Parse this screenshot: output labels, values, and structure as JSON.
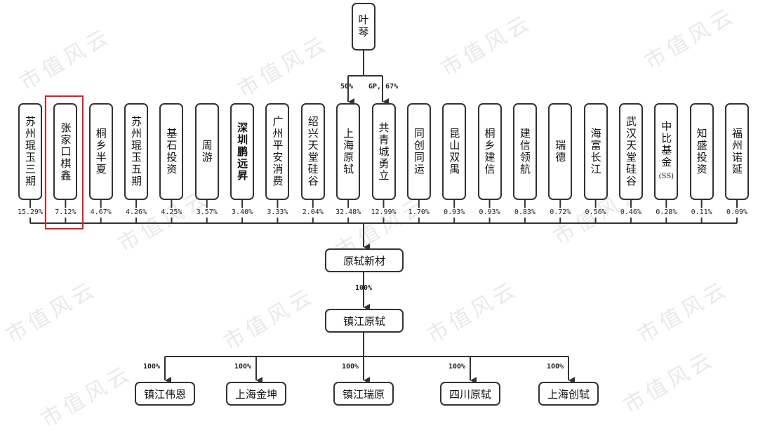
{
  "watermark": "市值风云",
  "top_node": {
    "name": "叶琴"
  },
  "top_edges": {
    "left_pct": "50%",
    "right_pct": "GP, 67%"
  },
  "shareholders": [
    {
      "name": "苏州琨玉三期",
      "pct": "15.29%"
    },
    {
      "name": "张家口棋鑫",
      "pct": "7.12%",
      "highlighted": true
    },
    {
      "name": "桐乡半夏",
      "pct": "4.67%"
    },
    {
      "name": "苏州琨玉五期",
      "pct": "4.26%"
    },
    {
      "name": "基石投资",
      "pct": "4.25%"
    },
    {
      "name": "周游",
      "pct": "3.57%"
    },
    {
      "name": "深圳鹏远昇",
      "pct": "3.40%"
    },
    {
      "name": "广州平安消费",
      "pct": "3.33%"
    },
    {
      "name": "绍兴天堂硅谷",
      "pct": "2.04%"
    },
    {
      "name": "上海原轼",
      "pct": "32.48%"
    },
    {
      "name": "共青城勇立",
      "pct": "12.99%"
    },
    {
      "name": "同创同运",
      "pct": "1.70%"
    },
    {
      "name": "昆山双禺",
      "pct": "0.93%"
    },
    {
      "name": "桐乡建信",
      "pct": "0.93%"
    },
    {
      "name": "建信领航",
      "pct": "0.83%"
    },
    {
      "name": "瑞德",
      "pct": "0.72%"
    },
    {
      "name": "海富长江",
      "pct": "0.56%"
    },
    {
      "name": "武汉天堂硅谷",
      "pct": "0.46%"
    },
    {
      "name": "中比基金",
      "sub": "(SS)",
      "pct": "0.28%"
    },
    {
      "name": "知盛投资",
      "pct": "0.11%"
    },
    {
      "name": "福州诺延",
      "pct": "0.09%"
    }
  ],
  "company": {
    "name": "原轼新材"
  },
  "company_to_sub": {
    "pct": "100%"
  },
  "subsidiary": {
    "name": "镇江原轼"
  },
  "grandchildren": [
    {
      "name": "镇江伟恩",
      "pct": "100%"
    },
    {
      "name": "上海金坤",
      "pct": "100%"
    },
    {
      "name": "镇江瑞原",
      "pct": "100%"
    },
    {
      "name": "四川原轼",
      "pct": "100%"
    },
    {
      "name": "上海创轼",
      "pct": "100%"
    }
  ],
  "colors": {
    "line": "#333333",
    "highlight": "#e02020",
    "watermark": "#e9e9e9"
  }
}
